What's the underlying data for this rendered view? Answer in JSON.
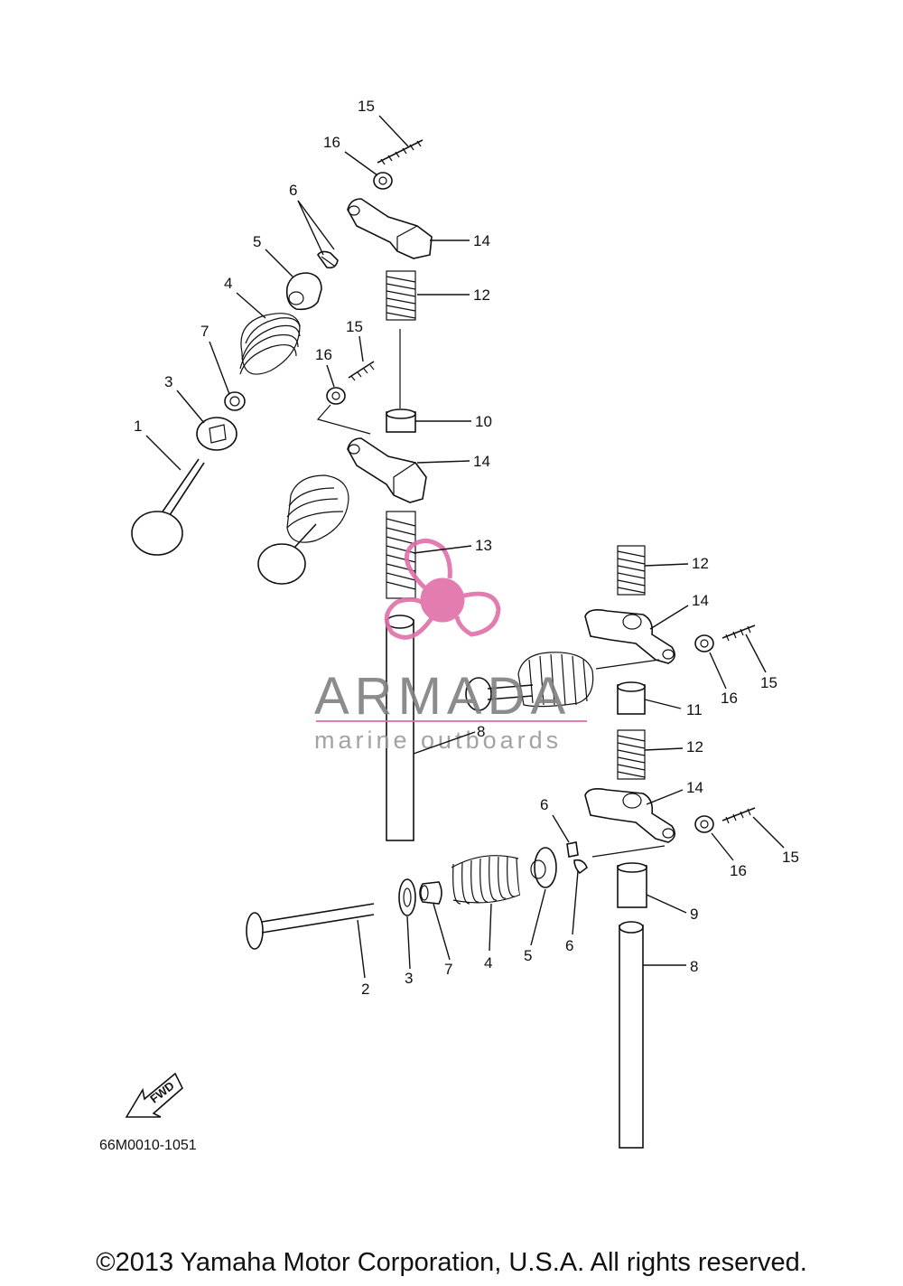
{
  "diagram": {
    "reference_code": "66M0010-1051",
    "copyright": "©2013 Yamaha Motor Corporation, U.S.A. All rights reserved.",
    "fwd_label": "FWD",
    "watermark": {
      "brand": "ARMADA",
      "tagline": "marine outboards",
      "logo_color": "#e06fa8",
      "text_color": "#808080"
    },
    "callouts": [
      {
        "id": "c15a",
        "text": "15"
      },
      {
        "id": "c16a",
        "text": "16"
      },
      {
        "id": "c6a",
        "text": "6"
      },
      {
        "id": "c14a",
        "text": "14"
      },
      {
        "id": "c5a",
        "text": "5"
      },
      {
        "id": "c12a",
        "text": "12"
      },
      {
        "id": "c4a",
        "text": "4"
      },
      {
        "id": "c15b",
        "text": "15"
      },
      {
        "id": "c7a",
        "text": "7"
      },
      {
        "id": "c16b",
        "text": "16"
      },
      {
        "id": "c3a",
        "text": "3"
      },
      {
        "id": "c10",
        "text": "10"
      },
      {
        "id": "c1",
        "text": "1"
      },
      {
        "id": "c14b",
        "text": "14"
      },
      {
        "id": "c13",
        "text": "13"
      },
      {
        "id": "c12b",
        "text": "12"
      },
      {
        "id": "c14c",
        "text": "14"
      },
      {
        "id": "c15c",
        "text": "15"
      },
      {
        "id": "c16c",
        "text": "16"
      },
      {
        "id": "c11",
        "text": "11"
      },
      {
        "id": "c8a",
        "text": "8"
      },
      {
        "id": "c12c",
        "text": "12"
      },
      {
        "id": "c14d",
        "text": "14"
      },
      {
        "id": "c6b",
        "text": "6"
      },
      {
        "id": "c15d",
        "text": "15"
      },
      {
        "id": "c16d",
        "text": "16"
      },
      {
        "id": "c9",
        "text": "9"
      },
      {
        "id": "c6c",
        "text": "6"
      },
      {
        "id": "c8b",
        "text": "8"
      },
      {
        "id": "c2",
        "text": "2"
      },
      {
        "id": "c3b",
        "text": "3"
      },
      {
        "id": "c7b",
        "text": "7"
      },
      {
        "id": "c4b",
        "text": "4"
      },
      {
        "id": "c5b",
        "text": "5"
      }
    ]
  }
}
